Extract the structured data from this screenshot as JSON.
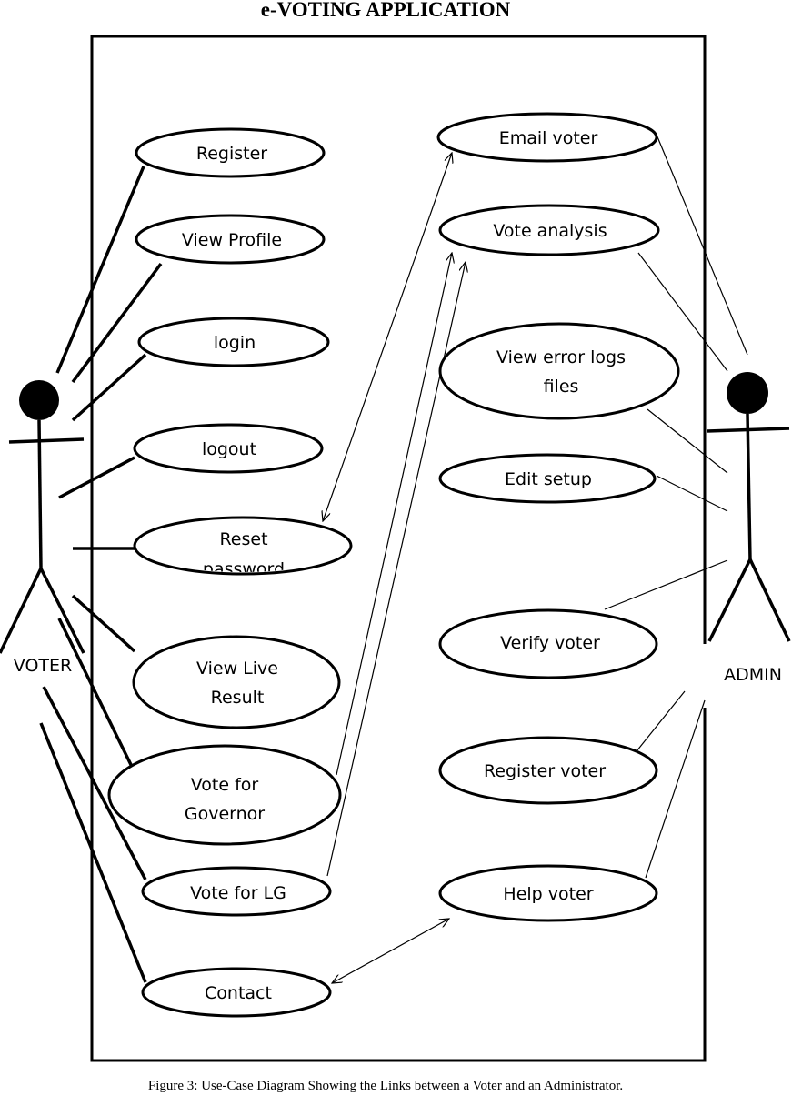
{
  "title": "e-VOTING APPLICATION",
  "caption": "Figure 3: Use-Case Diagram Showing the Links between a Voter and an Administrator.",
  "actors": {
    "voter": "VOTER",
    "admin": "ADMIN"
  },
  "voter_use_cases": [
    {
      "lines": [
        "Register"
      ]
    },
    {
      "lines": [
        "View Profile"
      ]
    },
    {
      "lines": [
        "login"
      ]
    },
    {
      "lines": [
        "logout"
      ]
    },
    {
      "lines": [
        "Reset",
        "password"
      ]
    },
    {
      "lines": [
        "View Live",
        "Result"
      ]
    },
    {
      "lines": [
        "Vote for",
        "Governor"
      ]
    },
    {
      "lines": [
        "Vote for LG"
      ]
    },
    {
      "lines": [
        "Contact"
      ]
    }
  ],
  "admin_use_cases": [
    {
      "lines": [
        "Email voter"
      ]
    },
    {
      "lines": [
        "Vote analysis"
      ]
    },
    {
      "lines": [
        "View error logs",
        "files"
      ]
    },
    {
      "lines": [
        "Edit setup"
      ]
    },
    {
      "lines": [
        "Verify voter"
      ]
    },
    {
      "lines": [
        "Register voter"
      ]
    },
    {
      "lines": [
        "Help voter"
      ]
    }
  ]
}
